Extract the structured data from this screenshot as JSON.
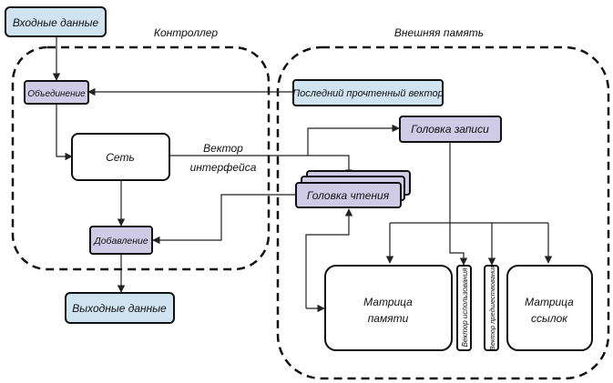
{
  "nodes": {
    "input_data": "Входные данные",
    "controller": "Контроллер",
    "external_memory": "Внешняя память",
    "merge": "Объединение",
    "last_read_vector": "Последний прочтенный вектор",
    "write_head": "Головка записи",
    "network": "Сеть",
    "interface_vector_line1": "Вектор",
    "interface_vector_line2": "интерфейса",
    "read_head": "Головка чтения",
    "addition": "Добавление",
    "output_data": "Выходные данные",
    "memory_matrix_line1": "Матрица",
    "memory_matrix_line2": "памяти",
    "usage_vector": "Вектор использования",
    "precedence_vector": "Вектор предшествования",
    "link_matrix_line1": "Матрица",
    "link_matrix_line2": "ссылок"
  }
}
